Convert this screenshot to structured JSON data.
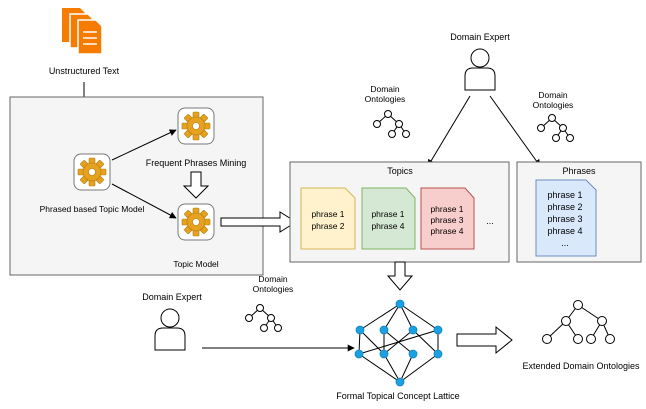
{
  "labels": {
    "unstructured_text": "Unstructured Text",
    "phrase_based_topic_model": "Phrased based Topic Model",
    "frequent_phrases_mining": "Frequent Phrases Mining",
    "topic_model": "Topic Model",
    "domain_expert_top": "Domain Expert",
    "domain_ontologies_topics_1": "Domain",
    "domain_ontologies_topics_2": "Ontologies",
    "domain_ontologies_phrases_1": "Domain",
    "domain_ontologies_phrases_2": "Ontologies",
    "topics_title": "Topics",
    "phrases_title": "Phrases",
    "topics_ellipsis": "...",
    "domain_expert_bottom": "Domain Expert",
    "domain_ontologies_bottom_1": "Domain",
    "domain_ontologies_bottom_2": "Ontologies",
    "formal_lattice": "Formal Topical Concept Lattice",
    "extended_ontologies": "Extended Domain Ontologies"
  },
  "topic_cards": [
    {
      "lines": [
        "phrase 1",
        "phrase 2"
      ]
    },
    {
      "lines": [
        "phrase 1",
        "phrase 4"
      ]
    },
    {
      "lines": [
        "phrase 1",
        "phrase 3",
        "phrase 4"
      ]
    }
  ],
  "phrases_card": {
    "lines": [
      "phrase 1",
      "phrase 2",
      "phrase 3",
      "phrase 4",
      "..."
    ]
  },
  "colors": {
    "document_orange": "#f57c00",
    "panel_fill": "#f5f5f5",
    "panel_border": "#666666",
    "card_yellow_fill": "#fff2cc",
    "card_yellow_stroke": "#d6b656",
    "card_green_fill": "#d5e8d4",
    "card_green_stroke": "#82b366",
    "card_red_fill": "#f8cecc",
    "card_red_stroke": "#b85450",
    "card_blue_fill": "#dae8fc",
    "card_blue_stroke": "#6c8ebf",
    "lattice_node": "#1ba1e2",
    "gear": "#e6a21e"
  }
}
